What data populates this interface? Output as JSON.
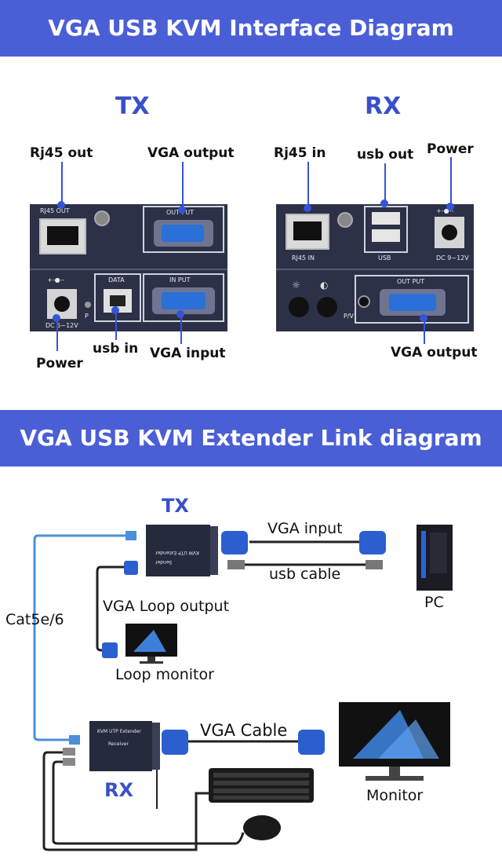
{
  "banners": {
    "interface_title": "VGA USB KVM Interface Diagram",
    "link_title": "VGA USB KVM Extender Link diagram"
  },
  "interface": {
    "tx": {
      "heading": "TX",
      "labels": {
        "rj45_out": "Rj45 out",
        "vga_output": "VGA output",
        "power": "Power",
        "usb_in": "usb in",
        "vga_input": "VGA input"
      },
      "panel_text": {
        "rj45_out": "RJ45 OUT",
        "output": "OUT PUT",
        "data": "DATA",
        "input": "IN PUT",
        "dc": "DC 5~12V",
        "p": "P",
        "power_symbol": "+-●--"
      }
    },
    "rx": {
      "heading": "RX",
      "labels": {
        "rj45_in": "Rj45 in",
        "usb_out": "usb out",
        "power": "Power",
        "vga_output": "VGA output"
      },
      "panel_text": {
        "rj45_in": "RJ45 IN",
        "usb": "USB",
        "dc": "DC 9~12V",
        "output": "OUT PUT",
        "pv": "P/V",
        "power_symbol": "+-●--"
      }
    }
  },
  "link": {
    "tx_heading": "TX",
    "rx_heading": "RX",
    "labels": {
      "vga_input": "VGA input",
      "usb_cable": "usb cable",
      "pc": "PC",
      "vga_loop_output": "VGA Loop output",
      "cat5e": "Cat5e/6",
      "loop_monitor": "Loop monitor",
      "vga_cable": "VGA Cable",
      "monitor": "Monitor"
    },
    "device_text": {
      "tx_line1": "Sender",
      "tx_line2": "KVM UTP Extender",
      "rx_line1": "KVM UTP Extender",
      "rx_line2": "Receiver"
    }
  },
  "colors": {
    "banner": "#4a5fd6",
    "heading": "#3a50c8",
    "leader": "#3553d8",
    "panel": "#2d3147",
    "cat_cable": "#4a8fd8"
  }
}
